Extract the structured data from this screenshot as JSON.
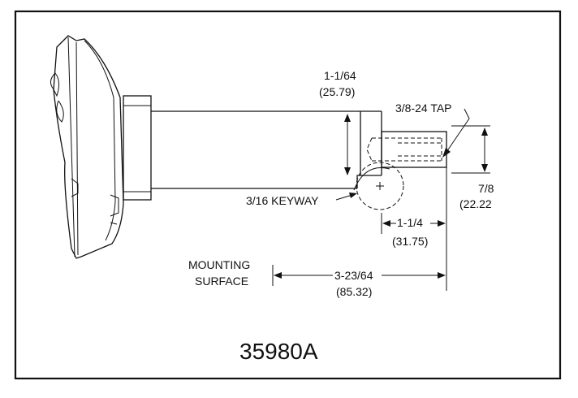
{
  "labels": {
    "shaft_dia_in": "1-1/64",
    "shaft_dia_mm": "(25.79)",
    "tap": "3/8-24 TAP",
    "keyway": "3/16 KEYWAY",
    "step_dia_in": "7/8",
    "step_dia_mm": "(22.22",
    "step_len_in": "1-1/4",
    "step_len_mm": "(31.75)",
    "mount_line1": "MOUNTING",
    "mount_line2": "SURFACE",
    "mount_len_in": "3-23/64",
    "mount_len_mm": "(85.32)",
    "part_number": "35980A"
  }
}
